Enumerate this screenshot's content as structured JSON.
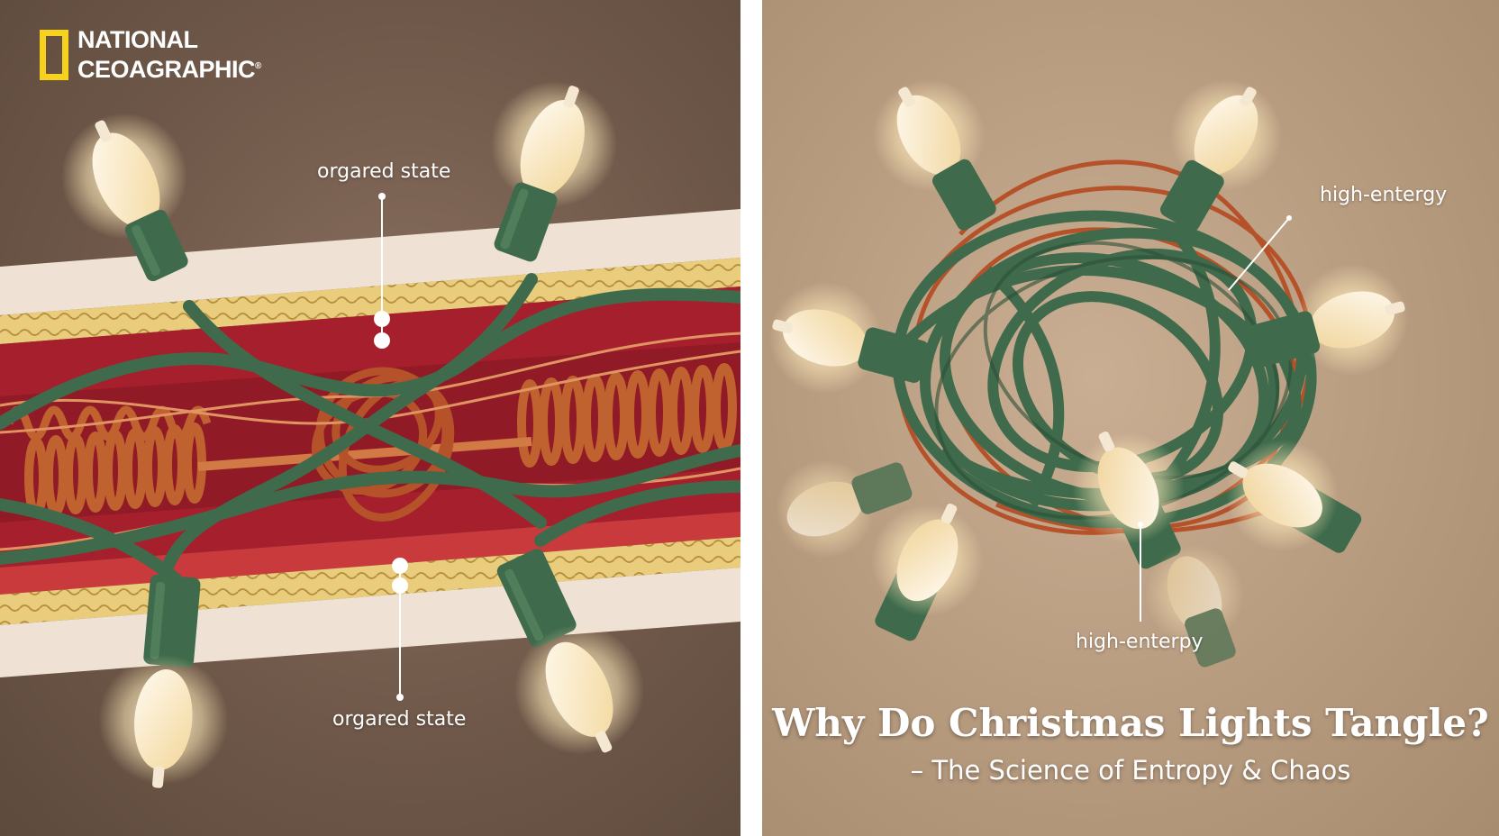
{
  "logo": {
    "line1": "NATIONAL",
    "line2": "CEOAGRAPHIC",
    "registered_mark": "®",
    "frame_color": "#f6d21e"
  },
  "left": {
    "label_top": "orgared state",
    "label_bottom": "orgared state"
  },
  "right": {
    "label_top_right": "high-entergy",
    "label_bottom": "high-enterpy"
  },
  "title": "Why Do Christmas Lights Tangle?",
  "subtitle": "– The Science of Entropy & Chaos",
  "colors": {
    "wire_green": "#3f6b4c",
    "copper": "#b8582e",
    "bulb_glow": "#fde9b8",
    "tray_red": "#b3262f",
    "tray_gold": "#e6c46a"
  }
}
